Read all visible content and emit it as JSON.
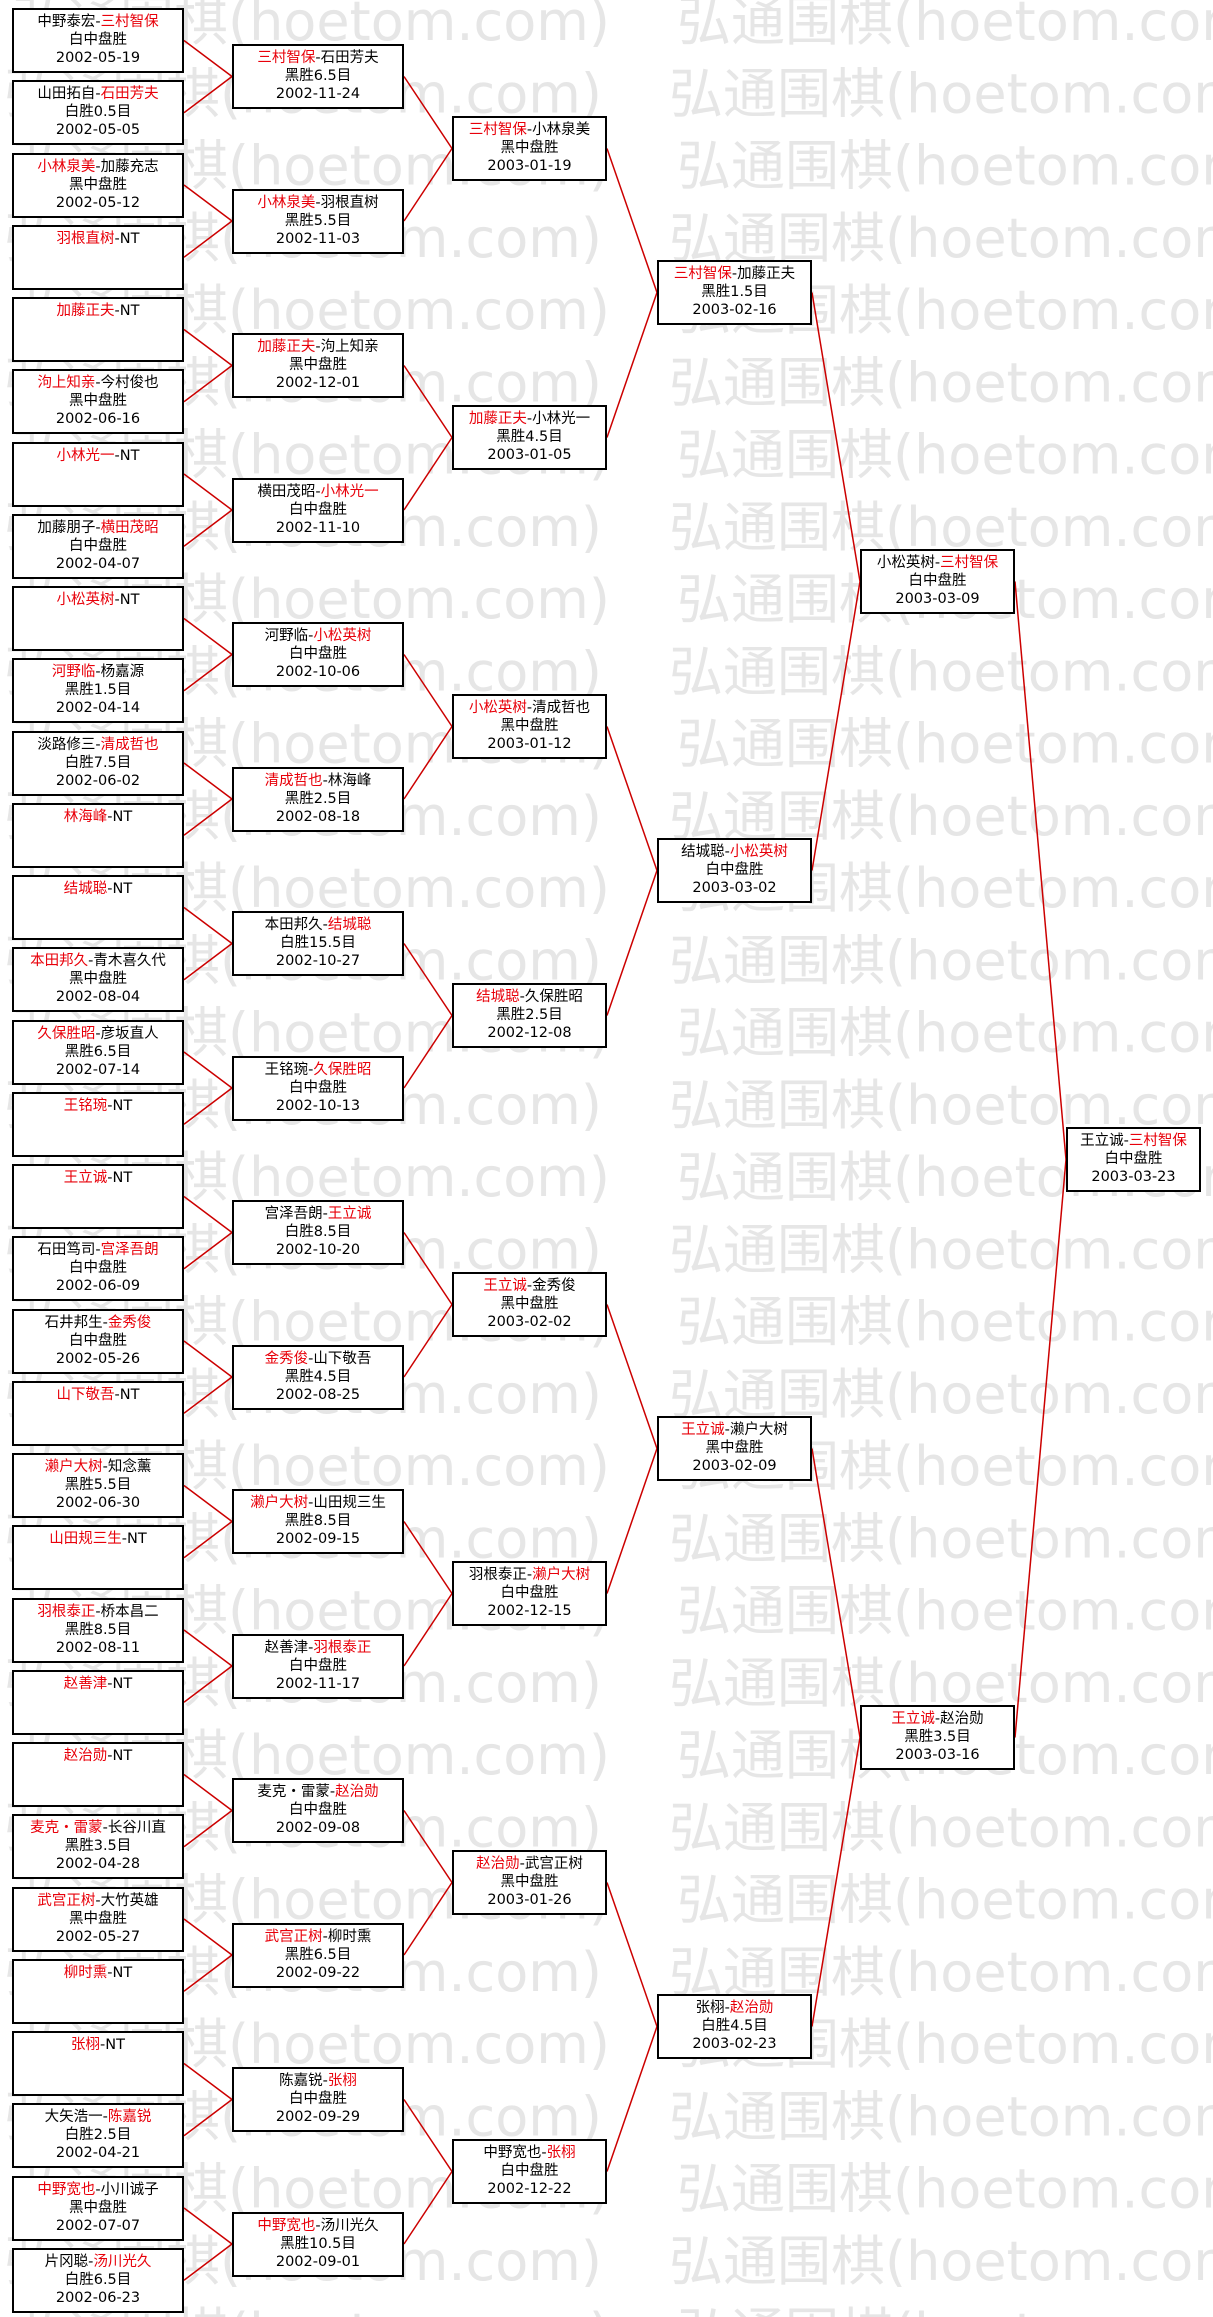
{
  "watermark": "弘通围棋(hoetom.com)",
  "bracket": {
    "round1": [
      {
        "p1": "中野泰宏",
        "p2": "三村智保",
        "winner": 2,
        "result": "白中盘胜",
        "date": "2002-05-19"
      },
      {
        "p1": "山田拓自",
        "p2": "石田芳夫",
        "winner": 2,
        "result": "白胜0.5目",
        "date": "2002-05-05"
      },
      {
        "p1": "小林泉美",
        "p2": "加藤充志",
        "winner": 1,
        "result": "黑中盘胜",
        "date": "2002-05-12"
      },
      {
        "p1": "羽根直树",
        "p2": "NT",
        "winner": 1,
        "result": "",
        "date": ""
      },
      {
        "p1": "加藤正夫",
        "p2": "NT",
        "winner": 1,
        "result": "",
        "date": ""
      },
      {
        "p1": "泃上知亲",
        "p2": "今村俊也",
        "winner": 1,
        "result": "黑中盘胜",
        "date": "2002-06-16"
      },
      {
        "p1": "小林光一",
        "p2": "NT",
        "winner": 1,
        "result": "",
        "date": ""
      },
      {
        "p1": "加藤朋子",
        "p2": "横田茂昭",
        "winner": 2,
        "result": "白中盘胜",
        "date": "2002-04-07"
      },
      {
        "p1": "小松英树",
        "p2": "NT",
        "winner": 1,
        "result": "",
        "date": ""
      },
      {
        "p1": "河野临",
        "p2": "杨嘉源",
        "winner": 1,
        "result": "黑胜1.5目",
        "date": "2002-04-14"
      },
      {
        "p1": "淡路修三",
        "p2": "清成哲也",
        "winner": 2,
        "result": "白胜7.5目",
        "date": "2002-06-02"
      },
      {
        "p1": "林海峰",
        "p2": "NT",
        "winner": 1,
        "result": "",
        "date": ""
      },
      {
        "p1": "结城聪",
        "p2": "NT",
        "winner": 1,
        "result": "",
        "date": ""
      },
      {
        "p1": "本田邦久",
        "p2": "青木喜久代",
        "winner": 1,
        "result": "黑中盘胜",
        "date": "2002-08-04"
      },
      {
        "p1": "久保胜昭",
        "p2": "彦坂直人",
        "winner": 1,
        "result": "黑胜6.5目",
        "date": "2002-07-14"
      },
      {
        "p1": "王铭琬",
        "p2": "NT",
        "winner": 1,
        "result": "",
        "date": ""
      },
      {
        "p1": "王立诚",
        "p2": "NT",
        "winner": 1,
        "result": "",
        "date": ""
      },
      {
        "p1": "石田笃司",
        "p2": "宫泽吾朗",
        "winner": 2,
        "result": "白中盘胜",
        "date": "2002-06-09"
      },
      {
        "p1": "石井邦生",
        "p2": "金秀俊",
        "winner": 2,
        "result": "白中盘胜",
        "date": "2002-05-26"
      },
      {
        "p1": "山下敬吾",
        "p2": "NT",
        "winner": 1,
        "result": "",
        "date": ""
      },
      {
        "p1": "濑户大树",
        "p2": "知念薰",
        "winner": 1,
        "result": "黑胜5.5目",
        "date": "2002-06-30"
      },
      {
        "p1": "山田规三生",
        "p2": "NT",
        "winner": 1,
        "result": "",
        "date": ""
      },
      {
        "p1": "羽根泰正",
        "p2": "桥本昌二",
        "winner": 1,
        "result": "黑胜8.5目",
        "date": "2002-08-11"
      },
      {
        "p1": "赵善津",
        "p2": "NT",
        "winner": 1,
        "result": "",
        "date": ""
      },
      {
        "p1": "赵治勋",
        "p2": "NT",
        "winner": 1,
        "result": "",
        "date": ""
      },
      {
        "p1": "麦克・雷蒙",
        "p2": "长谷川直",
        "winner": 1,
        "result": "黑胜3.5目",
        "date": "2002-04-28"
      },
      {
        "p1": "武宫正树",
        "p2": "大竹英雄",
        "winner": 1,
        "result": "黑中盘胜",
        "date": "2002-05-27"
      },
      {
        "p1": "柳时熏",
        "p2": "NT",
        "winner": 1,
        "result": "",
        "date": ""
      },
      {
        "p1": "张栩",
        "p2": "NT",
        "winner": 1,
        "result": "",
        "date": ""
      },
      {
        "p1": "大矢浩一",
        "p2": "陈嘉锐",
        "winner": 2,
        "result": "白胜2.5目",
        "date": "2002-04-21"
      },
      {
        "p1": "中野宽也",
        "p2": "小川诚子",
        "winner": 1,
        "result": "黑中盘胜",
        "date": "2002-07-07"
      },
      {
        "p1": "片冈聪",
        "p2": "汤川光久",
        "winner": 2,
        "result": "白胜6.5目",
        "date": "2002-06-23"
      }
    ],
    "round2": [
      {
        "p1": "三村智保",
        "p2": "石田芳夫",
        "winner": 1,
        "result": "黑胜6.5目",
        "date": "2002-11-24"
      },
      {
        "p1": "小林泉美",
        "p2": "羽根直树",
        "winner": 1,
        "result": "黑胜5.5目",
        "date": "2002-11-03"
      },
      {
        "p1": "加藤正夫",
        "p2": "泃上知亲",
        "winner": 1,
        "result": "黑中盘胜",
        "date": "2002-12-01"
      },
      {
        "p1": "横田茂昭",
        "p2": "小林光一",
        "winner": 2,
        "result": "白中盘胜",
        "date": "2002-11-10"
      },
      {
        "p1": "河野临",
        "p2": "小松英树",
        "winner": 2,
        "result": "白中盘胜",
        "date": "2002-10-06"
      },
      {
        "p1": "清成哲也",
        "p2": "林海峰",
        "winner": 1,
        "result": "黑胜2.5目",
        "date": "2002-08-18"
      },
      {
        "p1": "本田邦久",
        "p2": "结城聪",
        "winner": 2,
        "result": "白胜15.5目",
        "date": "2002-10-27"
      },
      {
        "p1": "王铭琬",
        "p2": "久保胜昭",
        "winner": 2,
        "result": "白中盘胜",
        "date": "2002-10-13"
      },
      {
        "p1": "宫泽吾朗",
        "p2": "王立诚",
        "winner": 2,
        "result": "白胜8.5目",
        "date": "2002-10-20"
      },
      {
        "p1": "金秀俊",
        "p2": "山下敬吾",
        "winner": 1,
        "result": "黑胜4.5目",
        "date": "2002-08-25"
      },
      {
        "p1": "濑户大树",
        "p2": "山田规三生",
        "winner": 1,
        "result": "黑胜8.5目",
        "date": "2002-09-15"
      },
      {
        "p1": "赵善津",
        "p2": "羽根泰正",
        "winner": 2,
        "result": "白中盘胜",
        "date": "2002-11-17"
      },
      {
        "p1": "麦克・雷蒙",
        "p2": "赵治勋",
        "winner": 2,
        "result": "白中盘胜",
        "date": "2002-09-08"
      },
      {
        "p1": "武宫正树",
        "p2": "柳时熏",
        "winner": 1,
        "result": "黑胜6.5目",
        "date": "2002-09-22"
      },
      {
        "p1": "陈嘉锐",
        "p2": "张栩",
        "winner": 2,
        "result": "白中盘胜",
        "date": "2002-09-29"
      },
      {
        "p1": "中野宽也",
        "p2": "汤川光久",
        "winner": 1,
        "result": "黑胜10.5目",
        "date": "2002-09-01"
      }
    ],
    "round3": [
      {
        "p1": "三村智保",
        "p2": "小林泉美",
        "winner": 1,
        "result": "黑中盘胜",
        "date": "2003-01-19"
      },
      {
        "p1": "加藤正夫",
        "p2": "小林光一",
        "winner": 1,
        "result": "黑胜4.5目",
        "date": "2003-01-05"
      },
      {
        "p1": "小松英树",
        "p2": "清成哲也",
        "winner": 1,
        "result": "黑中盘胜",
        "date": "2003-01-12"
      },
      {
        "p1": "结城聪",
        "p2": "久保胜昭",
        "winner": 1,
        "result": "黑胜2.5目",
        "date": "2002-12-08"
      },
      {
        "p1": "王立诚",
        "p2": "金秀俊",
        "winner": 1,
        "result": "黑中盘胜",
        "date": "2003-02-02"
      },
      {
        "p1": "羽根泰正",
        "p2": "濑户大树",
        "winner": 2,
        "result": "白中盘胜",
        "date": "2002-12-15"
      },
      {
        "p1": "赵治勋",
        "p2": "武宫正树",
        "winner": 1,
        "result": "黑中盘胜",
        "date": "2003-01-26"
      },
      {
        "p1": "中野宽也",
        "p2": "张栩",
        "winner": 2,
        "result": "白中盘胜",
        "date": "2002-12-22"
      }
    ],
    "round4": [
      {
        "p1": "三村智保",
        "p2": "加藤正夫",
        "winner": 1,
        "result": "黑胜1.5目",
        "date": "2003-02-16"
      },
      {
        "p1": "结城聪",
        "p2": "小松英树",
        "winner": 2,
        "result": "白中盘胜",
        "date": "2003-03-02"
      },
      {
        "p1": "王立诚",
        "p2": "濑户大树",
        "winner": 1,
        "result": "黑中盘胜",
        "date": "2003-02-09"
      },
      {
        "p1": "张栩",
        "p2": "赵治勋",
        "winner": 2,
        "result": "白胜4.5目",
        "date": "2003-02-23"
      }
    ],
    "round5": [
      {
        "p1": "小松英树",
        "p2": "三村智保",
        "winner": 2,
        "result": "白中盘胜",
        "date": "2003-03-09"
      },
      {
        "p1": "王立诚",
        "p2": "赵治勋",
        "winner": 1,
        "result": "黑胜3.5目",
        "date": "2003-03-16"
      }
    ],
    "final": [
      {
        "p1": "王立诚",
        "p2": "三村智保",
        "winner": 2,
        "result": "白中盘胜",
        "date": "2003-03-23"
      }
    ]
  },
  "colors": {
    "winner": "#e8000a",
    "line": "#cc0000",
    "border": "#000000",
    "watermark": "#e6e6e6"
  }
}
